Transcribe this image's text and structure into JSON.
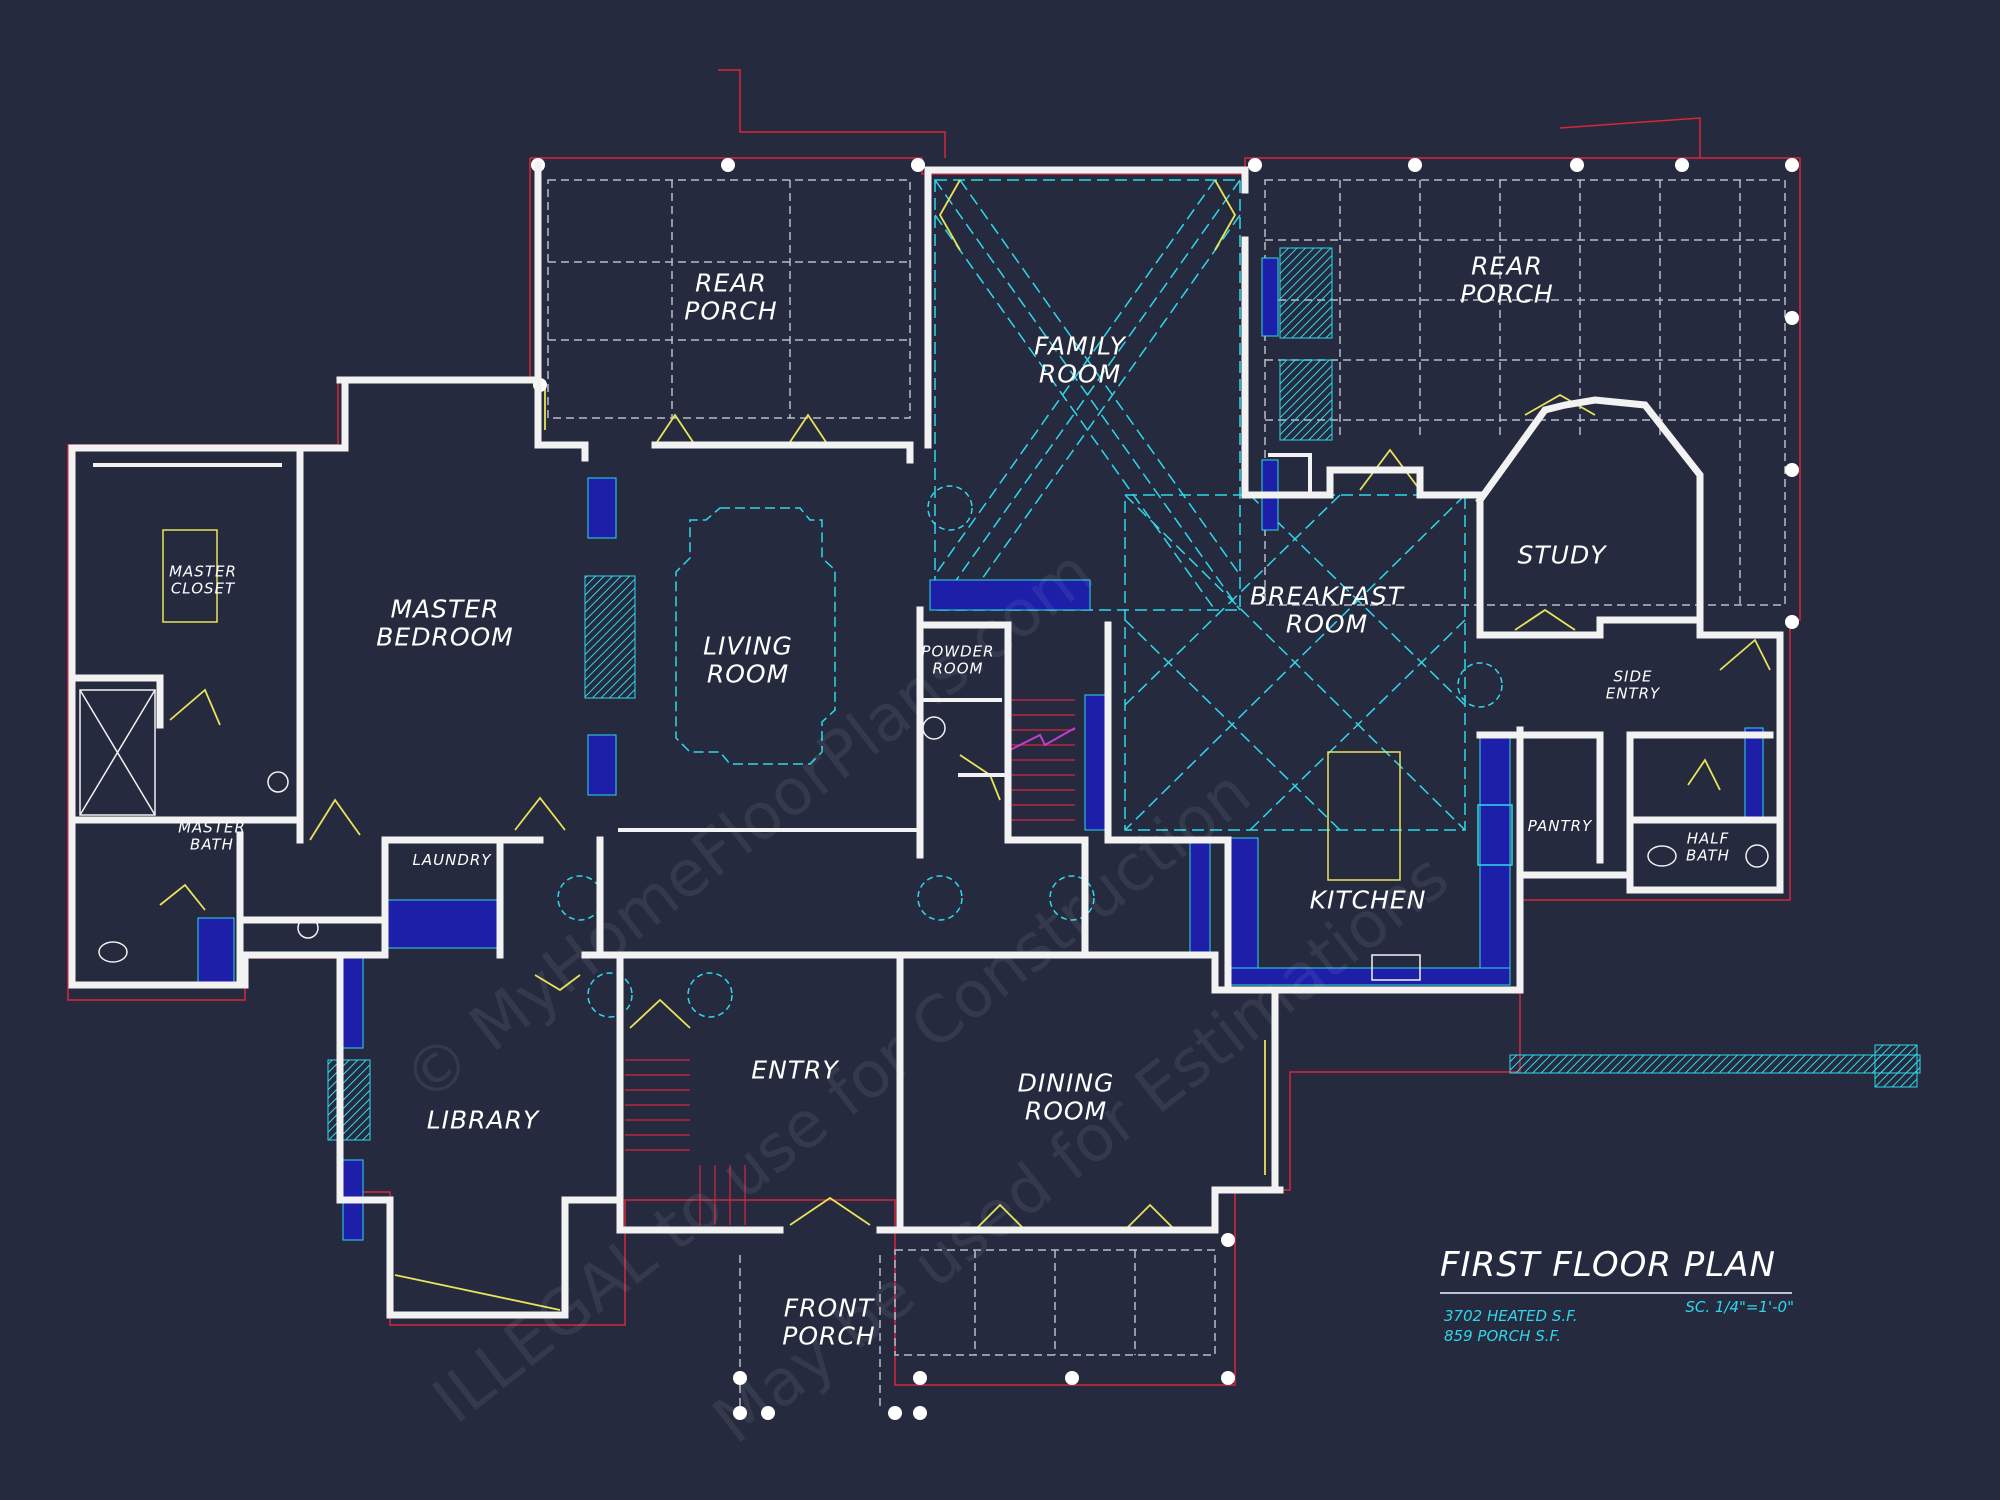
{
  "plan": {
    "colors": {
      "background": "#262a3f",
      "wall": "#f2f2f2",
      "cyan": "#2ed8ea",
      "yellow": "#e8e35a",
      "red": "#d8263a",
      "blue": "#1d1fa8",
      "magenta": "#c23ccf",
      "grid": "#b9bdc9"
    },
    "rooms": {
      "rear_porch_left": "REAR PORCH",
      "rear_porch_right": "REAR PORCH",
      "family_room": "FAMILY ROOM",
      "master_closet": "MASTER CLOSET",
      "master_bedroom": "MASTER BEDROOM",
      "living_room": "LIVING ROOM",
      "powder_room": "POWDER ROOM",
      "breakfast_room": "BREAKFAST ROOM",
      "study": "STUDY",
      "side_entry": "SIDE ENTRY",
      "master_bath": "MASTER BATH",
      "laundry": "LAUNDRY",
      "pantry": "PANTRY",
      "half_bath": "HALF BATH",
      "kitchen": "KITCHEN",
      "entry": "ENTRY",
      "library": "LIBRARY",
      "dining_room": "DINING ROOM",
      "front_porch": "FRONT PORCH"
    },
    "title_block": {
      "title": "FIRST FLOOR PLAN",
      "scale": "SC. 1/4\"=1'-0\"",
      "heated": "3702 HEATED S.F.",
      "porch": "859 PORCH S.F."
    },
    "watermark": {
      "line1": "© MyHomeFloorPlans.com",
      "line2": "ILLEGAL to use for Construction",
      "line3": "May be used for Estimations"
    }
  }
}
